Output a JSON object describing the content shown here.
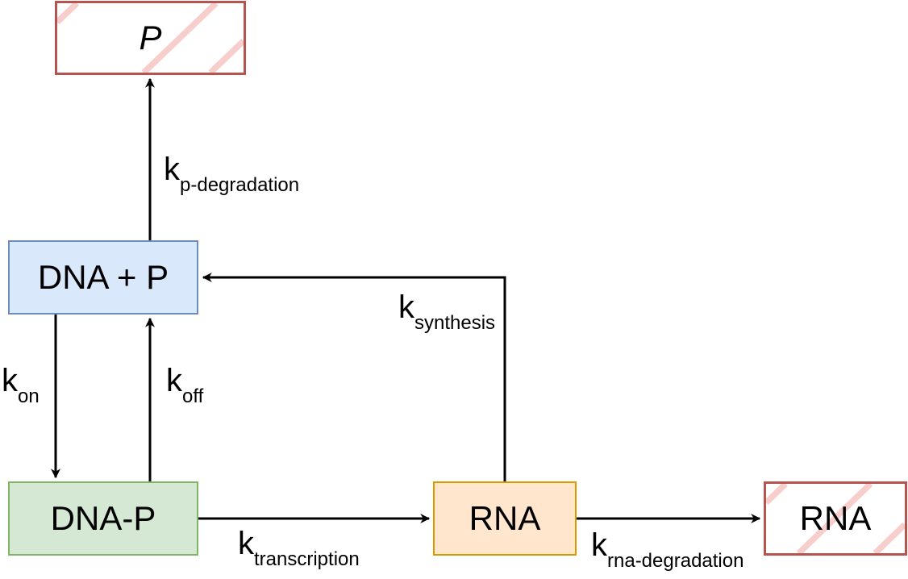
{
  "nodes": {
    "p_degraded": "P",
    "dna_p_free": "DNA + P",
    "dna_p_bound": "DNA-P",
    "rna": "RNA",
    "rna_degraded": "RNA"
  },
  "rates": {
    "p_degradation": {
      "k": "k",
      "sub": "p-degradation"
    },
    "synthesis": {
      "k": "k",
      "sub": "synthesis"
    },
    "on": {
      "k": "k",
      "sub": "on"
    },
    "off": {
      "k": "k",
      "sub": "off"
    },
    "transcription": {
      "k": "k",
      "sub": "transcription"
    },
    "rna_degradation": {
      "k": "k",
      "sub": "rna-degradation"
    }
  },
  "colors": {
    "blue_fill": "#dae8fc",
    "blue_stroke": "#6c8ebf",
    "green_fill": "#d5e8d4",
    "green_stroke": "#82b366",
    "orange_fill": "#ffe6cc",
    "orange_stroke": "#d79b00",
    "hatch_stroke": "#b85450",
    "hatch_line": "#f8cecc"
  }
}
